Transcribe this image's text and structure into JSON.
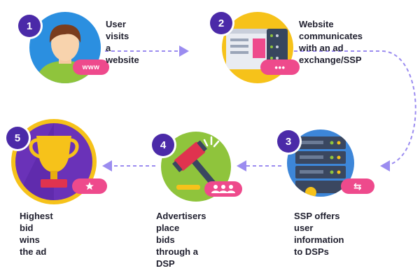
{
  "steps": [
    {
      "number": "1",
      "label": "User visits\na website",
      "badge": "www"
    },
    {
      "number": "2",
      "label": "Website communicates\nwith an ad exchange/SSP",
      "badge": "•••"
    },
    {
      "number": "3",
      "label": "SSP offers user\ninformation to DSPs",
      "badge": "⇆"
    },
    {
      "number": "4",
      "label": "Advertisers place\nbids through a DSP",
      "badge": "people"
    },
    {
      "number": "5",
      "label": "Highest bid wins\nthe ad",
      "badge": "star"
    }
  ],
  "colors": {
    "accent_purple": "#4b2aa8",
    "badge_pink": "#ee4a8c",
    "arrow_lavender": "#9b8cf0",
    "circle1": "#2b8fe0",
    "circle2": "#f6c21a",
    "circle3": "#3d86d8",
    "circle4": "#8fc43c",
    "circle5": "#6a32b8"
  }
}
